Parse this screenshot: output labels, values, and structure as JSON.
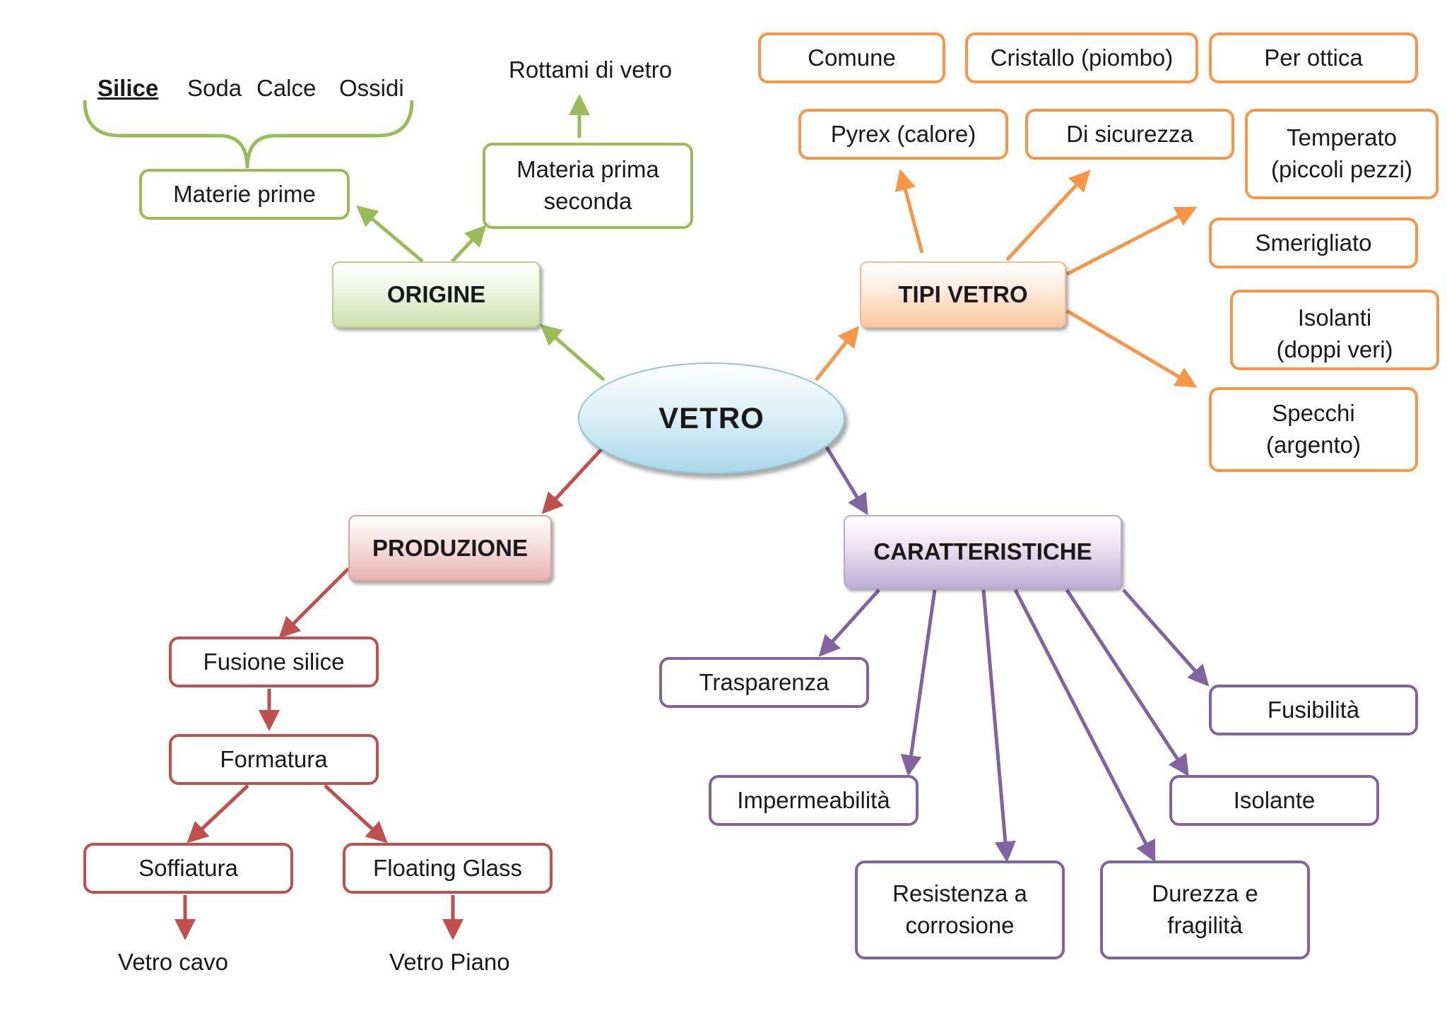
{
  "center": {
    "label": "VETRO"
  },
  "origine": {
    "label": "ORIGINE",
    "materie_prime": "Materie prime",
    "materia_prima_seconda": "Materia prima\nseconda",
    "rottami": "Rottami di vetro",
    "materials": [
      "Silice",
      "Soda",
      "Calce",
      "Ossidi"
    ]
  },
  "tipi_vetro": {
    "label": "TIPI VETRO",
    "items": [
      "Comune",
      "Cristallo (piombo)",
      "Per ottica",
      "Pyrex (calore)",
      "Di sicurezza",
      "Temperato\n(piccoli pezzi)",
      "Smerigliato",
      "Isolanti\n(doppi veri)",
      "Specchi\n(argento)"
    ]
  },
  "produzione": {
    "label": "PRODUZIONE",
    "fusione": "Fusione silice",
    "formatura": "Formatura",
    "soffiatura": "Soffiatura",
    "floating": "Floating Glass",
    "vetro_cavo": "Vetro cavo",
    "vetro_piano": "Vetro Piano"
  },
  "caratteristiche": {
    "label": "CARATTERISTICHE",
    "items": [
      "Trasparenza",
      "Impermeabilità",
      "Resistenza a\ncorrosione",
      "Durezza e\nfragilità",
      "Isolante",
      "Fusibilità"
    ]
  },
  "colors": {
    "origine": "#9bbb59",
    "tipi_vetro": "#f79646",
    "produzione": "#c0504d",
    "caratteristiche": "#8064a2"
  }
}
